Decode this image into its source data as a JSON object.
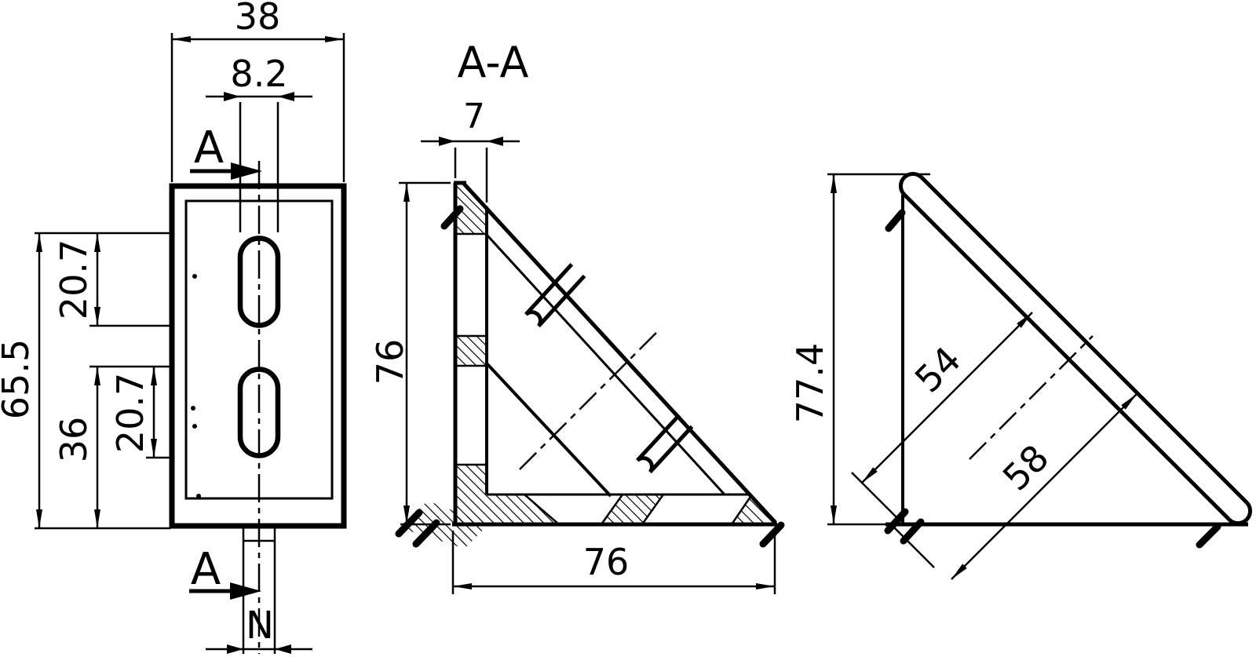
{
  "drawing": {
    "background": "#ffffff",
    "line_color": "#000000",
    "front_view": {
      "dim_overall_width": "38",
      "dim_slot_width": "8.2",
      "dim_overall_height": "65.5",
      "dim_lower_slot_pos": "36",
      "dim_upper_slot_length": "20.7",
      "dim_lower_slot_length": "20.7",
      "dim_tab_width": "N",
      "section_arrow_top": "A",
      "section_arrow_bottom": "A"
    },
    "section_view": {
      "title": "A-A",
      "dim_wall_thickness": "7",
      "dim_height": "76",
      "dim_width": "76"
    },
    "side_view": {
      "dim_height": "77.4",
      "dim_clear_inner": "54",
      "dim_clear_outer": "58"
    }
  }
}
